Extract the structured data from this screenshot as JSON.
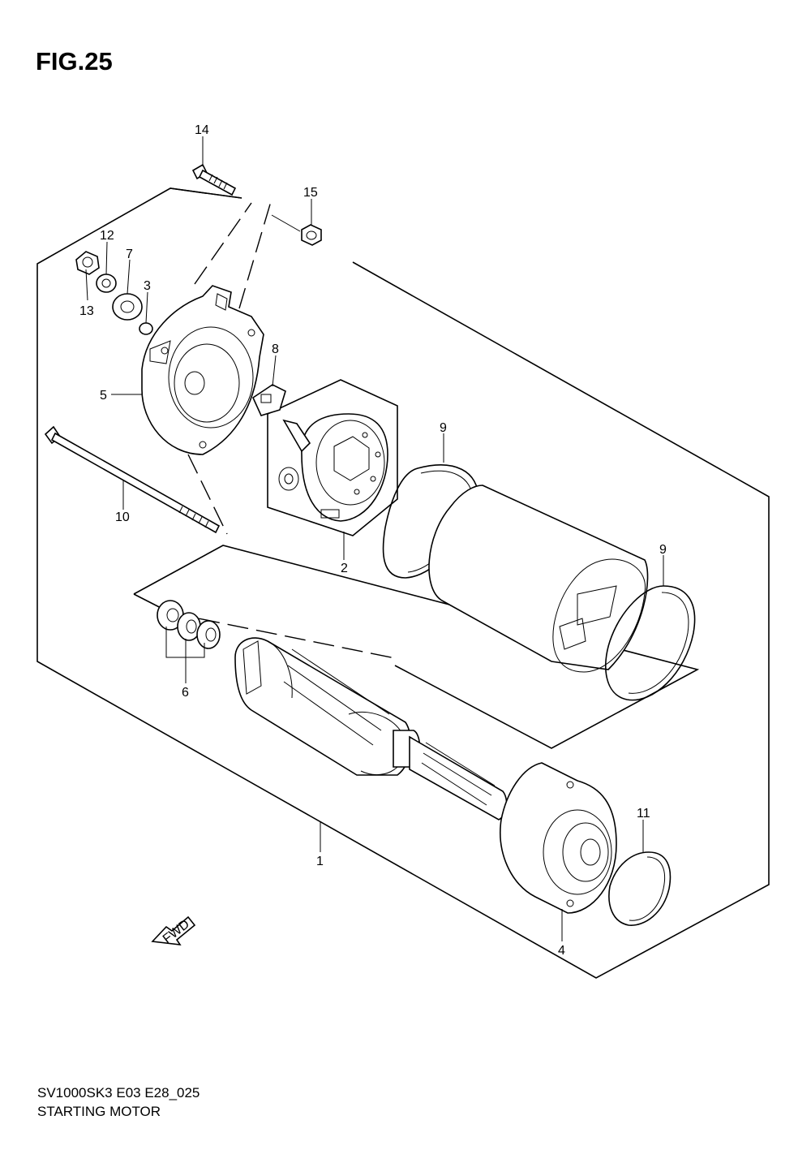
{
  "figure": {
    "title": "FIG.25",
    "code": "SV1000SK3 E03 E28_025",
    "name": "STARTING MOTOR",
    "direction_badge": "FWD"
  },
  "callouts": {
    "c1": "1",
    "c2": "2",
    "c3": "3",
    "c4": "4",
    "c5": "5",
    "c6": "6",
    "c7": "7",
    "c8": "8",
    "c9a": "9",
    "c9b": "9",
    "c10": "10",
    "c11": "11",
    "c12": "12",
    "c13": "13",
    "c14": "14",
    "c15": "15"
  }
}
